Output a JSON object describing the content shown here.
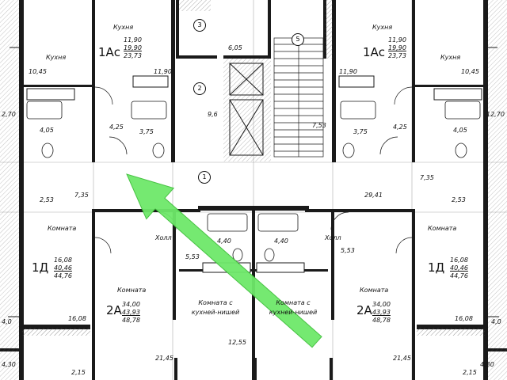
{
  "rooms": {
    "kitchen_tl": "Кухня",
    "kitchen_tl2": "Кухня",
    "kitchen_tr": "Кухня",
    "kitchen_tr2": "Кухня",
    "room_left": "Комната",
    "room_right": "Комната",
    "room_bl": "Комната",
    "room_br": "Комната",
    "hall_left": "Холл",
    "hall_right": "Холл",
    "studio_left_1": "Комната с",
    "studio_left_2": "кухней-нишей",
    "studio_right_1": "Комната с",
    "studio_right_2": "кухней-нишей"
  },
  "apartments": {
    "a1ac_left": {
      "code": "1Ас",
      "v1": "11,90",
      "v2": "19,90",
      "v3": "23,73"
    },
    "a1ac_right": {
      "code": "1Ас",
      "v1": "11,90",
      "v2": "19,90",
      "v3": "23,73"
    },
    "a1d_left": {
      "code": "1Д",
      "v1": "16,08",
      "v2": "40,46",
      "v3": "44,76"
    },
    "a1d_right": {
      "code": "1Д",
      "v1": "16,08",
      "v2": "40,46",
      "v3": "44,76"
    },
    "a2a_left": {
      "code": "2А",
      "v1": "34,00",
      "v2": "43,93",
      "v3": "48,78"
    },
    "a2a_right": {
      "code": "2А",
      "v1": "34,00",
      "v2": "43,93",
      "v3": "48,78"
    }
  },
  "areas": {
    "a_1045": "10,45",
    "a_1190_l": "11,90",
    "a_405_l": "4,05",
    "a_425_l": "4,25",
    "a_375_l": "3,75",
    "a_270_l": "2,70",
    "a_253_l": "2,53",
    "a_735_l": "7,35",
    "a_605": "6,05",
    "a_96": "9,6",
    "a_753": "7,53",
    "a_2941": "29,41",
    "a_440_l": "4,40",
    "a_440_r": "4,40",
    "a_553_l": "5,53",
    "a_553_r": "5,53",
    "a_1608_l": "16,08",
    "a_1608_r": "16,08",
    "a_1255": "12,55",
    "a_2145_l": "21,45",
    "a_2145_r": "21,45",
    "a_215_l": "2,15",
    "a_215_r": "2,15",
    "a_430_l": "4,30",
    "a_430_r": "4,30",
    "a_40_l": "4,0",
    "a_40_r": "4,0",
    "a_1190_r": "11,90",
    "a_1045_r": "10,45",
    "a_375_r": "3,75",
    "a_425_r": "4,25",
    "a_405_r": "4,05",
    "a_735_r": "7,35",
    "a_253_r": "2,53",
    "a_270_r": "12,70"
  },
  "markers": {
    "m1": "1",
    "m2": "2",
    "m3": "3",
    "m5": "5"
  },
  "colors": {
    "wall": "#1a1a1a",
    "hatch": "#555555",
    "arrow": "#6ee86a",
    "arrow_edge": "#3fbf3a"
  }
}
